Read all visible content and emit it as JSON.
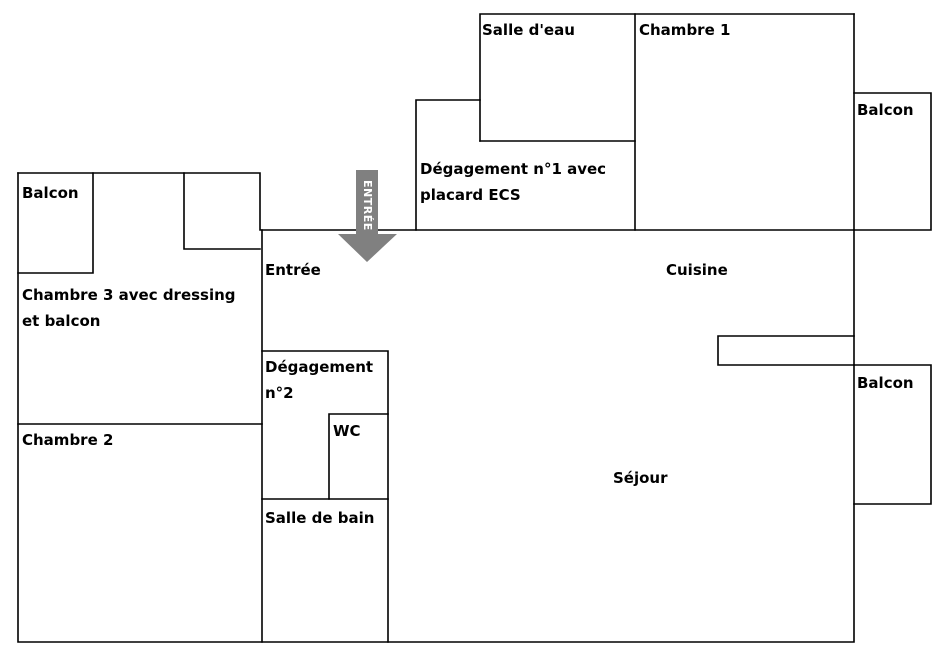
{
  "rooms": {
    "salle_deau": "Salle d'eau",
    "chambre1": "Chambre 1",
    "balcon_right_top": "Balcon",
    "degagement1_line1": "Dégagement n°1 avec",
    "degagement1_line2": "placard ECS",
    "balcon_left": "Balcon",
    "entree": "Entrée",
    "cuisine": "Cuisine",
    "chambre3_line1": "Chambre 3 avec dressing",
    "chambre3_line2": "et balcon",
    "degagement2_line1": "Dégagement",
    "degagement2_line2": "n°2",
    "wc": "WC",
    "balcon_right_bottom": "Balcon",
    "chambre2": "Chambre 2",
    "sejour": "Séjour",
    "salle_de_bain": "Salle de bain"
  },
  "entrance_arrow": {
    "label": "ENTRÉE",
    "color": "#808080"
  },
  "wall_color": "#000000"
}
